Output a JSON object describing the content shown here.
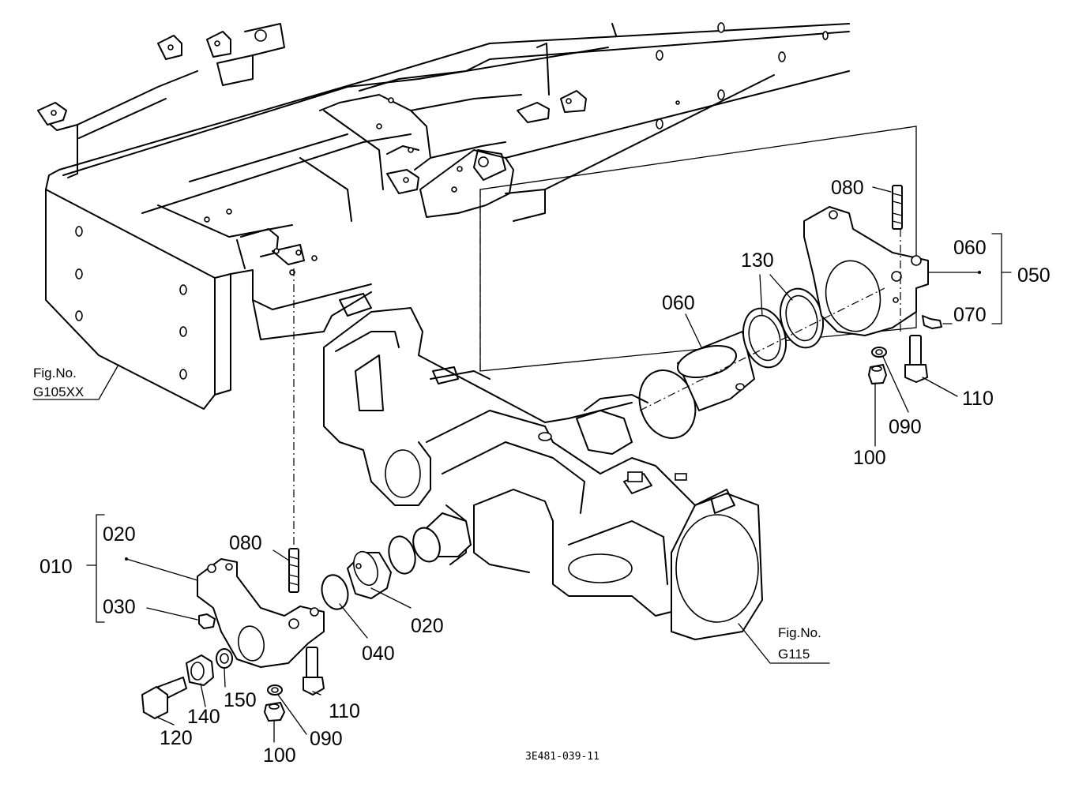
{
  "figure_refs": {
    "frame": {
      "prefix": "Fig.No.",
      "code": "G105XX"
    },
    "axle": {
      "prefix": "Fig.No.",
      "code": "G115"
    }
  },
  "drawing_code": "3E481-039-11",
  "callouts": {
    "right_080": "080",
    "right_060_bracket": "060",
    "right_050": "050",
    "right_070": "070",
    "right_130": "130",
    "right_060_bush": "060",
    "right_110": "110",
    "right_090": "090",
    "right_100": "100",
    "left_020_bracket": "020",
    "left_010": "010",
    "left_030": "030",
    "left_080": "080",
    "left_040": "040",
    "left_020_bush": "020",
    "left_110": "110",
    "left_090": "090",
    "left_100": "100",
    "left_150": "150",
    "left_140": "140",
    "left_120": "120"
  }
}
